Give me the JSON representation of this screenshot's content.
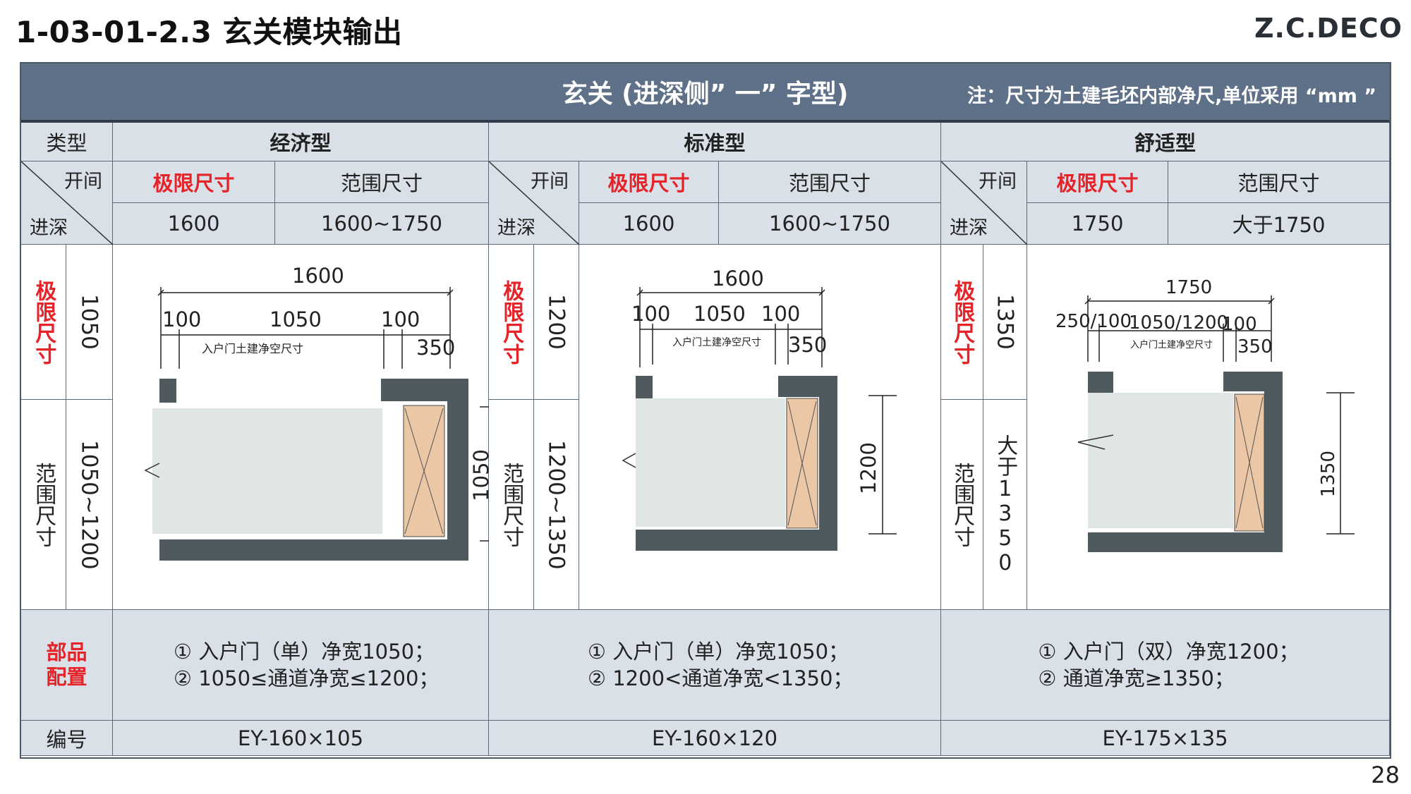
{
  "header": {
    "title": "1-03-01-2.3 玄关模块输出",
    "brand": "Z.C.DECO",
    "page_number": "28"
  },
  "banner": {
    "title": "玄关 (进深侧” 一” 字型)",
    "note": "注：尺寸为土建毛坯内部净尺,单位采用 “mm ”"
  },
  "labels": {
    "type": "类型",
    "kaijian": "开间",
    "jinshen": "进深",
    "limit": "极限尺寸",
    "range": "范围尺寸",
    "limit_v": "极限尺寸",
    "range_v": "范围尺寸",
    "parts": "部品配置",
    "code": "编号"
  },
  "columns": [
    {
      "name": "经济型",
      "limit_width": "1600",
      "range_width": "1600~1750",
      "limit_depth": "1050",
      "range_depth": "1050~1200",
      "parts": [
        "① 入户门（单）净宽1050；",
        "② 1050≤通道净宽≤1200；"
      ],
      "code": "EY-160×105",
      "plan": {
        "overall": "1600",
        "left": "100",
        "mid": "1050",
        "right": "100",
        "door": "入户门土建净空尺寸",
        "cabinet": "350",
        "depth": "1050"
      }
    },
    {
      "name": "标准型",
      "limit_width": "1600",
      "range_width": "1600~1750",
      "limit_depth": "1200",
      "range_depth": "1200~1350",
      "parts": [
        "① 入户门（单）净宽1050；",
        "② 1200<通道净宽<1350；"
      ],
      "code": "EY-160×120",
      "plan": {
        "overall": "1600",
        "left": "100",
        "mid": "1050",
        "right": "100",
        "door": "入户门土建净空尺寸",
        "cabinet": "350",
        "depth": "1200"
      }
    },
    {
      "name": "舒适型",
      "limit_width": "1750",
      "range_width": "大于1750",
      "limit_depth": "1350",
      "range_depth": "大于1350",
      "parts": [
        "① 入户门（双）净宽1200；",
        "② 通道净宽≥1350；"
      ],
      "code": "EY-175×135",
      "plan": {
        "overall": "1750",
        "left": "250/100",
        "mid": "1050/1200",
        "right": "100",
        "door": "入户门土建净空尺寸",
        "cabinet": "350",
        "depth": "1350"
      }
    }
  ]
}
